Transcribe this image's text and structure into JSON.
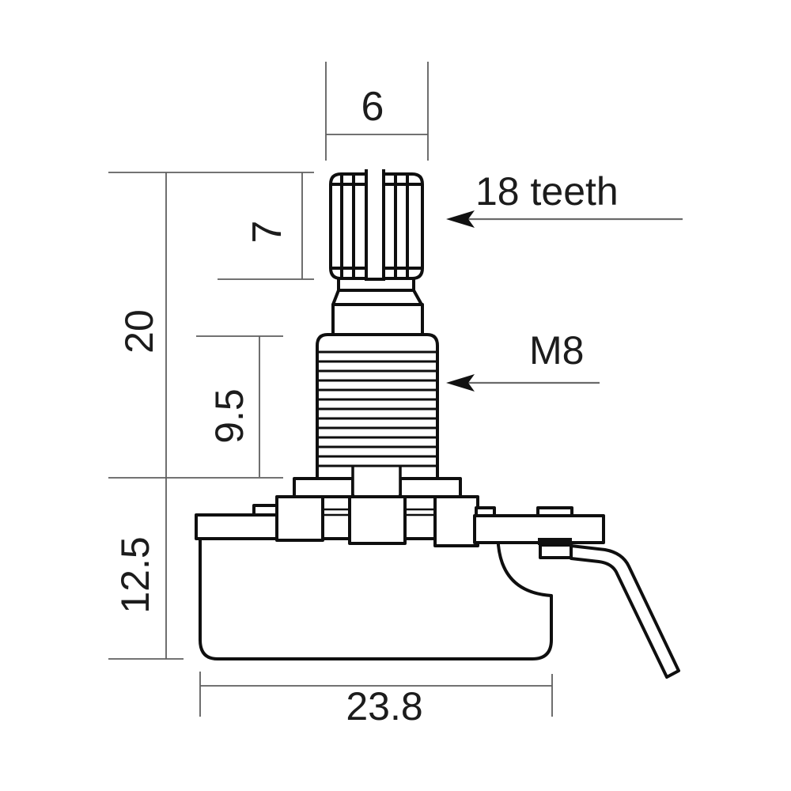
{
  "drawing": {
    "type": "technical-dimension-drawing",
    "subject": "split-shaft potentiometer side view",
    "dimensions": {
      "shaft_tip_width": "6",
      "knurl_length": "7",
      "shaft_length": "20",
      "bushing_length": "9.5",
      "body_height": "12.5",
      "body_width": "23.8"
    },
    "callouts": {
      "teeth_count": "18 teeth",
      "thread_size": "M8"
    },
    "colors": {
      "outline": "#0f0f0f",
      "dimension_line": "#5f5f5f",
      "text": "#1c1c1c",
      "background": "#ffffff"
    }
  }
}
